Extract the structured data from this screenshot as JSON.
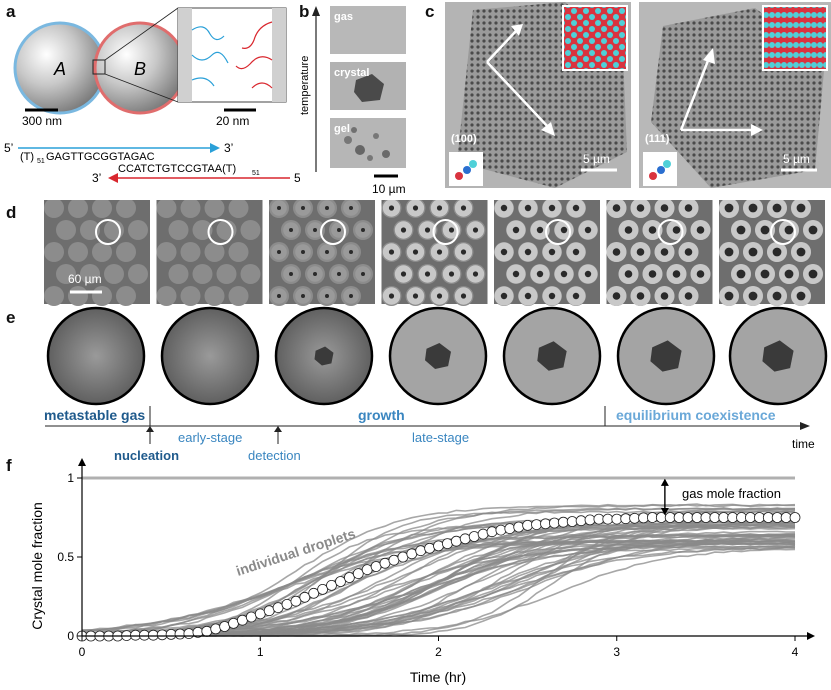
{
  "panels": {
    "a": "a",
    "b": "b",
    "c": "c",
    "d": "d",
    "e": "e",
    "f": "f"
  },
  "panel_a": {
    "particle_a": "A",
    "particle_b": "B",
    "scale_left": "300 nm",
    "scale_right": "20 nm",
    "strand1_5": "5’",
    "strand1_seq_prefix": "(T)",
    "strand1_sub": "51",
    "strand1_seq": "GAGTTGCGGTAGAC",
    "strand1_3": "3’",
    "strand2_seq": "CCATCTGTCCGTAA(T)",
    "strand2_sub": "51",
    "strand2_3": "3’",
    "strand2_5": "5’",
    "colors": {
      "a_ring": "#7ab8e0",
      "b_ring": "#e06d6d",
      "strand1": "#2aa0d8",
      "strand2": "#d9272e"
    }
  },
  "panel_b": {
    "axis_label": "temperature",
    "states": [
      "gas",
      "crystal",
      "gel"
    ],
    "scale": "10 µm"
  },
  "panel_c": {
    "left_plane": "(100)",
    "right_plane": "(111)",
    "scale_left": "5 µm",
    "scale_right": "5 µm",
    "lattice_colors": {
      "cyan": "#4fd0d8",
      "red": "#d9333f"
    }
  },
  "panel_d": {
    "scale": "60 µm",
    "frames": 7
  },
  "panel_e": {
    "frames": 7,
    "crystal_sizes": [
      0,
      0,
      0.22,
      0.3,
      0.34,
      0.36,
      0.36
    ],
    "phase_labels": {
      "metastable": "metastable gas",
      "growth": "growth",
      "equilibrium": "equilibrium coexistence",
      "early": "early-stage",
      "late": "late-stage",
      "nucleation": "nucleation",
      "detection": "detection",
      "time": "time"
    },
    "colors": {
      "dark_blue": "#1f5a8c",
      "mid_blue": "#3a86c0",
      "light_blue": "#6aa8d8"
    }
  },
  "chart_data": {
    "type": "line",
    "title": "",
    "xlabel": "Time (hr)",
    "ylabel": "Crystal mole fraction",
    "xlim": [
      0,
      4
    ],
    "ylim": [
      0,
      1
    ],
    "xticks": [
      "0",
      "1",
      "2",
      "3",
      "4"
    ],
    "yticks": [
      "0",
      "0.5",
      "1"
    ],
    "annotations": {
      "gas_fraction": "gas mole fraction",
      "droplets": "individual droplets"
    },
    "reference_line": {
      "y": 1,
      "color": "#b0b0b0"
    },
    "mean_series": {
      "color": "#f0a030",
      "x": [
        0,
        0.1,
        0.2,
        0.3,
        0.4,
        0.5,
        0.6,
        0.7,
        0.8,
        0.9,
        1.0,
        1.1,
        1.2,
        1.3,
        1.4,
        1.5,
        1.6,
        1.7,
        1.8,
        1.9,
        2.0,
        2.1,
        2.2,
        2.3,
        2.4,
        2.5,
        2.6,
        2.7,
        2.8,
        2.9,
        3.0,
        3.1,
        3.2,
        3.3,
        3.4,
        3.5,
        3.6,
        3.7,
        3.8,
        3.9,
        4.0
      ],
      "y": [
        0,
        0,
        0,
        0.005,
        0.005,
        0.01,
        0.015,
        0.03,
        0.06,
        0.1,
        0.14,
        0.18,
        0.22,
        0.27,
        0.32,
        0.37,
        0.42,
        0.46,
        0.5,
        0.54,
        0.57,
        0.6,
        0.63,
        0.66,
        0.68,
        0.7,
        0.71,
        0.72,
        0.73,
        0.74,
        0.74,
        0.745,
        0.75,
        0.75,
        0.75,
        0.75,
        0.75,
        0.75,
        0.75,
        0.75,
        0.75
      ]
    },
    "droplet_curves": {
      "color": "#8a8a8a",
      "count": 60
    }
  }
}
